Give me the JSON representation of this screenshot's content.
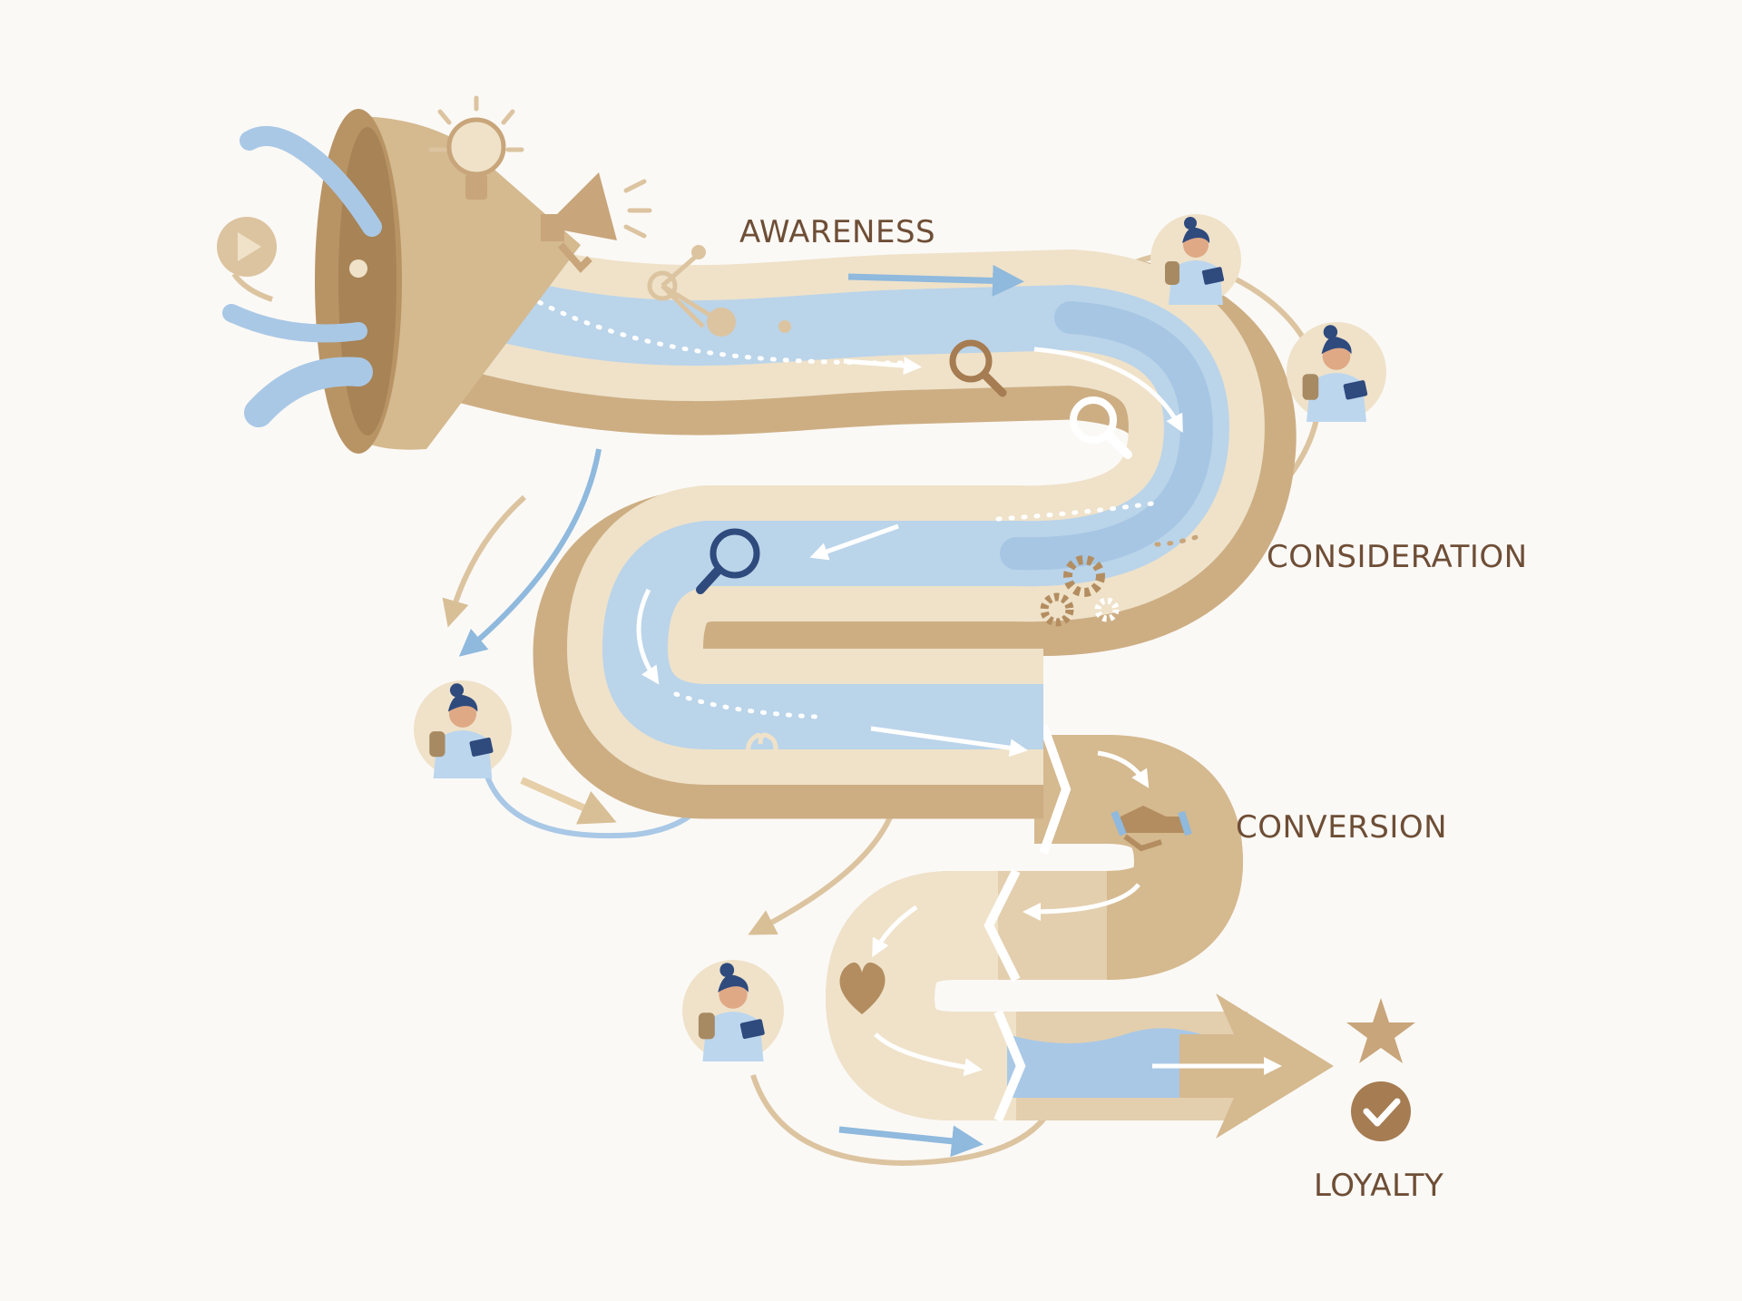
{
  "stages": {
    "awareness": "AWARENESS",
    "consideration": "CONSIDERATION",
    "conversion": "CONVERSION",
    "loyalty": "LOYALTY"
  },
  "colors": {
    "tan_dark": "#c8a57a",
    "tan_mid": "#dcc4a0",
    "cream": "#efe2c9",
    "blue_light": "#bad4ea",
    "blue_mid": "#8fb9dd",
    "navy": "#2f4a7d",
    "label": "#6e4e36",
    "background": "#fbf9f6"
  },
  "icons": [
    "megaphone-icon",
    "lightbulb-icon",
    "play-icon",
    "network-icon",
    "magnifier-icon",
    "gears-icon",
    "heart-icon",
    "handshake-icon",
    "star-icon",
    "check-icon",
    "person-icon"
  ]
}
